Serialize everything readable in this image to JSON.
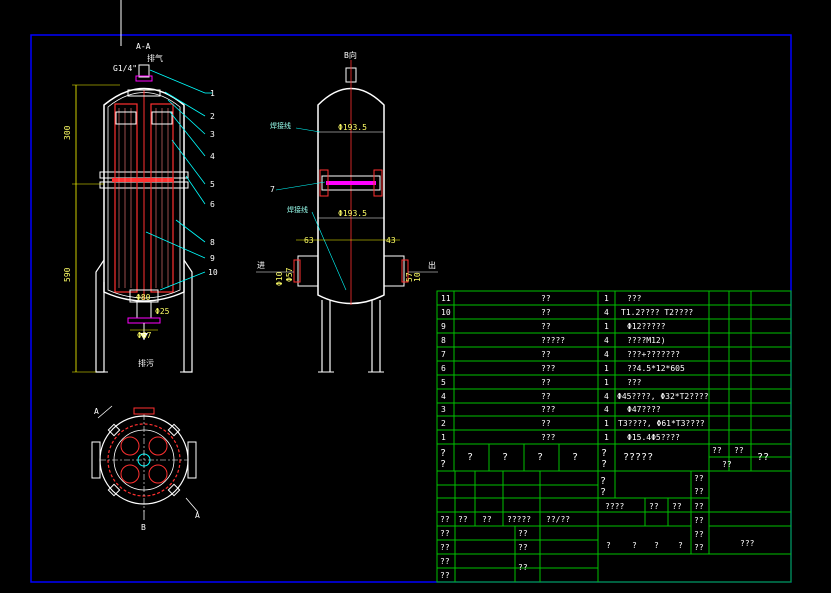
{
  "section_aa_label": "A-A",
  "vent_thread": "G1/4\"",
  "vent_label_left": "排气",
  "drain_label": "排污",
  "view_b_label": "B向",
  "inlet_label": "进",
  "outlet_label": "出",
  "weld_line_upper": "焊接线",
  "weld_line_lower": "焊接线",
  "left_dims": {
    "d300": "300",
    "d590": "590",
    "d80": "Φ80",
    "d25": "Φ25",
    "d67": "Φ67"
  },
  "right_dims": {
    "dia_top": "Φ193.5",
    "dia_mid": "Φ193.5",
    "d63_left": "63",
    "d43_right": "43",
    "d10_left": "Φ10",
    "d57_left": "Φ57",
    "d57_right": "57",
    "d10_right": "10"
  },
  "balloons": [
    "1",
    "2",
    "3",
    "4",
    "5",
    "6",
    "8",
    "9",
    "10"
  ],
  "balloon_7": "7",
  "plan_labels": {
    "a_top": "A",
    "a_bottom": "A",
    "b_bottom": "B"
  },
  "bom_rows": [
    {
      "no": "11",
      "name": "??",
      "qty": "1",
      "spec": "???"
    },
    {
      "no": "10",
      "name": "??",
      "qty": "4",
      "spec": "T1.2????  T2????"
    },
    {
      "no": "9",
      "name": "??",
      "qty": "1",
      "spec": "Φ12?????"
    },
    {
      "no": "8",
      "name": "?????",
      "qty": "4",
      "spec": "????M12)"
    },
    {
      "no": "7",
      "name": "??",
      "qty": "4",
      "spec": "???+???????"
    },
    {
      "no": "6",
      "name": "???",
      "qty": "1",
      "spec": "??4.5*12*605"
    },
    {
      "no": "5",
      "name": "??",
      "qty": "1",
      "spec": "???"
    },
    {
      "no": "4",
      "name": "??",
      "qty": "4",
      "spec": "Φ45????,   Φ32*T2????"
    },
    {
      "no": "3",
      "name": "???",
      "qty": "4",
      "spec": "Φ47????"
    },
    {
      "no": "2",
      "name": "??",
      "qty": "1",
      "spec": "T3????,   Φ61*T3????"
    },
    {
      "no": "1",
      "name": "???",
      "qty": "1",
      "spec": "Φ15.4Φ5????"
    }
  ],
  "bom_header": {
    "c1": "?\n?",
    "c2": "?",
    "c3": "?",
    "c4": "?",
    "c5": "?",
    "c6": "?\n?",
    "c7": "?????",
    "c8": "??",
    "c9": "??",
    "c10": "??",
    "c11": "??"
  },
  "title_block": {
    "r1_q": "?\n?",
    "r2_a": "??",
    "r2_b": "??",
    "r3_a": "????",
    "r3_b": "??",
    "r3_c": "??",
    "r3_d": "??",
    "sign": [
      "??",
      "??",
      "??",
      "?????",
      "??/??"
    ],
    "r5": [
      "??",
      "??"
    ],
    "r6": [
      "??",
      "??"
    ],
    "r7": [
      "??",
      "??"
    ],
    "scale": [
      "?",
      "?",
      "?",
      "?"
    ],
    "r_right_a": "??",
    "r_right_b": "??",
    "r_right_c": "??",
    "drawing_no": "???"
  },
  "colors": {
    "frame": "#0000ff",
    "grid": "#00c000",
    "steel": "#ffffff",
    "filter": "#ff3030",
    "leader": "#00ffff",
    "dim": "#ffff00",
    "accent": "#ff00ff"
  }
}
